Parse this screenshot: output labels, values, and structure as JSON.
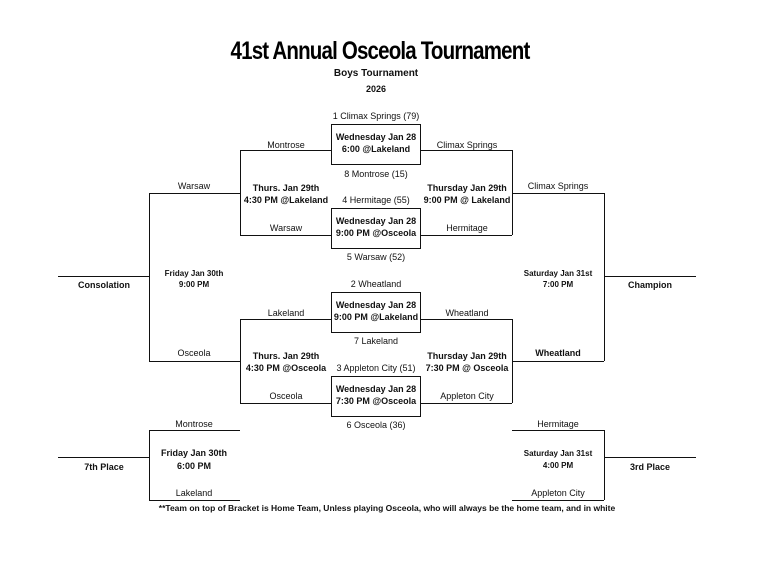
{
  "header": {
    "title": "41st Annual Osceola Tournament",
    "subtitle": "Boys Tournament",
    "year": "2026"
  },
  "top_bracket": {
    "game1": {
      "team_top": "1 Climax Springs (79)",
      "date": "Wednesday Jan 28",
      "time": "6:00 @Lakeland",
      "team_bottom": "8 Montrose (15)"
    },
    "game2": {
      "team_top": "4 Hermitage (55)",
      "date": "Wednesday Jan 28",
      "time": "9:00 PM @Osceola",
      "team_bottom": "5 Warsaw (52)"
    },
    "left_upper": "Montrose",
    "left_lower": "Warsaw",
    "right_upper": "Climax Springs",
    "right_lower": "Hermitage",
    "left_semi": {
      "date": "Thurs. Jan 29th",
      "time": "4:30 PM @Lakeland"
    },
    "right_semi": {
      "date": "Thursday Jan 29th",
      "time": "9:00 PM @ Lakeland"
    },
    "consolation_top": "Warsaw",
    "champion_top": "Climax Springs"
  },
  "bottom_bracket": {
    "game3": {
      "team_top": "2 Wheatland",
      "date": "Wednesday Jan 28",
      "time": "9:00 PM @Lakeland",
      "team_bottom": "7 Lakeland"
    },
    "game4": {
      "team_top": "3 Appleton City (51)",
      "date": "Wednesday Jan 28",
      "time": "7:30 PM @Osceola",
      "team_bottom": "6 Osceola (36)"
    },
    "left_upper": "Lakeland",
    "left_lower": "Osceola",
    "right_upper": "Wheatland",
    "right_lower": "Appleton City",
    "left_semi": {
      "date": "Thurs. Jan 29th",
      "time": "4:30 PM @Osceola"
    },
    "right_semi": {
      "date": "Thursday Jan 29th",
      "time": "7:30 PM @ Osceola"
    },
    "consolation_bottom": "Osceola",
    "champion_bottom": "Wheatland"
  },
  "finals": {
    "consolation_label": "Consolation",
    "consolation_date": "Friday Jan 30th",
    "consolation_time": "9:00 PM",
    "champion_label": "Champion",
    "champion_date": "Saturday Jan 31st",
    "champion_time": "7:00 PM"
  },
  "placement": {
    "seventh_top": "Montrose",
    "seventh_bottom": "Lakeland",
    "seventh_date": "Friday Jan 30th",
    "seventh_time": "6:00 PM",
    "seventh_label": "7th Place",
    "third_top": "Hermitage",
    "third_bottom": "Appleton City",
    "third_date": "Saturday Jan 31st",
    "third_time": "4:00 PM",
    "third_label": "3rd Place"
  },
  "footnote": "**Team on top of Bracket is Home Team, Unless playing Osceola, who will always be the home team, and in white"
}
